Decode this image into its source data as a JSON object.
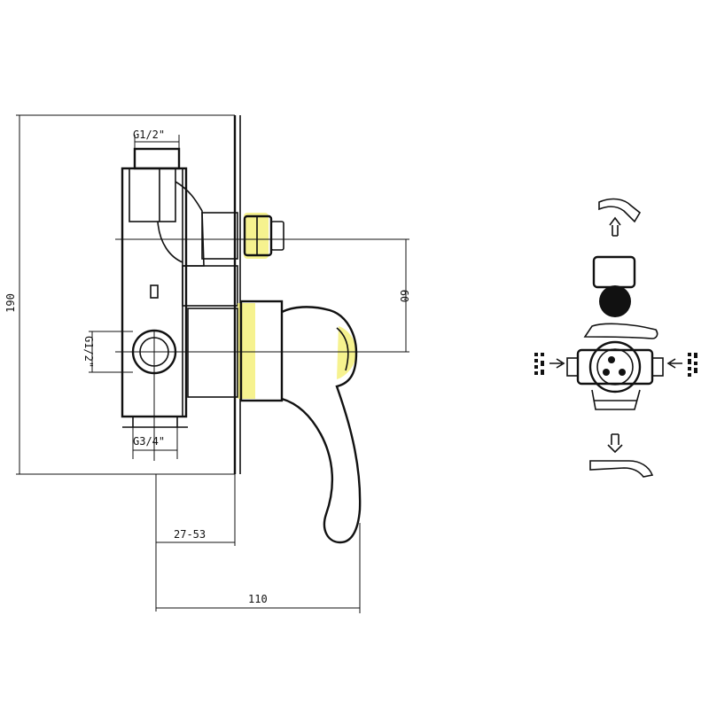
{
  "dimensions": {
    "height_overall": "190",
    "vertical_spacing": "60",
    "plate_depth": "27-53",
    "total_depth": "110"
  },
  "threads": {
    "top_inlet": "G1/2\"",
    "side_inlet": "G1/2\"",
    "bottom_outlet": "G3/4\""
  },
  "colors": {
    "line": "#111111",
    "highlight": "#f3ee6a",
    "background": "#ffffff"
  }
}
